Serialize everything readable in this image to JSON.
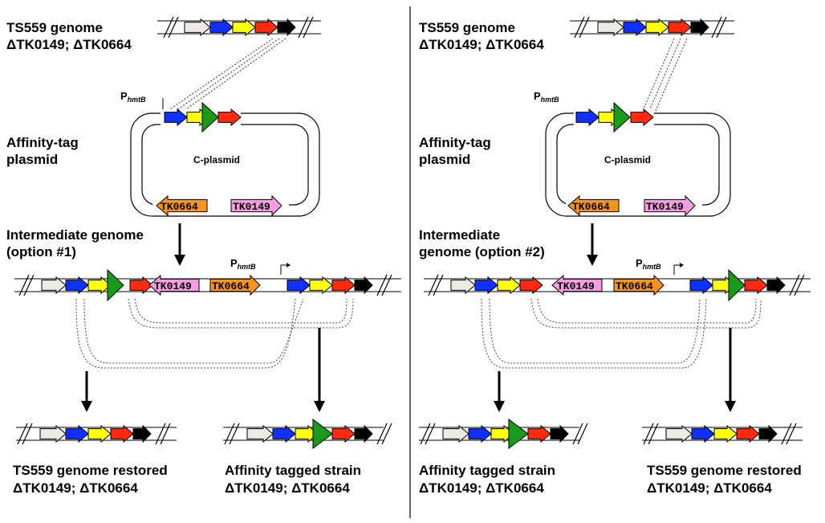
{
  "colors": {
    "offwhite": "#ecebe3",
    "blue": "#1030ff",
    "yellow": "#ffff10",
    "red": "#ff2a10",
    "black": "#000000",
    "green": "#1a9a1a",
    "orange": "#f7941d",
    "pink": "#f59de0"
  },
  "left": {
    "top_genome": [
      "TS559 genome",
      "ΔTK0149; ΔTK0664"
    ],
    "plasmid_label": [
      "Affinity-tag",
      "plasmid"
    ],
    "plasmid_name": "C-plasmid",
    "promoter": "P",
    "promoter_sub": "hmtB",
    "gene_tk0664": "TK0664",
    "gene_tk0149": "TK0149",
    "intermediate": [
      "Intermediate genome",
      "(option #1)"
    ],
    "result_left": [
      "TS559 genome restored",
      "ΔTK0149; ΔTK0664"
    ],
    "result_right": [
      "Affinity tagged strain",
      "ΔTK0149; ΔTK0664"
    ]
  },
  "right": {
    "top_genome": [
      "TS559 genome",
      "ΔTK0149; ΔTK0664"
    ],
    "plasmid_label": [
      "Affinity-tag",
      "plasmid"
    ],
    "plasmid_name": "C-plasmid",
    "promoter": "P",
    "promoter_sub": "hmtB",
    "gene_tk0664": "TK0664",
    "gene_tk0149": "TK0149",
    "intermediate": [
      "Intermediate",
      "genome (option #2)"
    ],
    "result_left": [
      "Affinity tagged strain",
      "ΔTK0149; ΔTK0664"
    ],
    "result_right": [
      "TS559 genome restored",
      "ΔTK0149; ΔTK0664"
    ]
  }
}
